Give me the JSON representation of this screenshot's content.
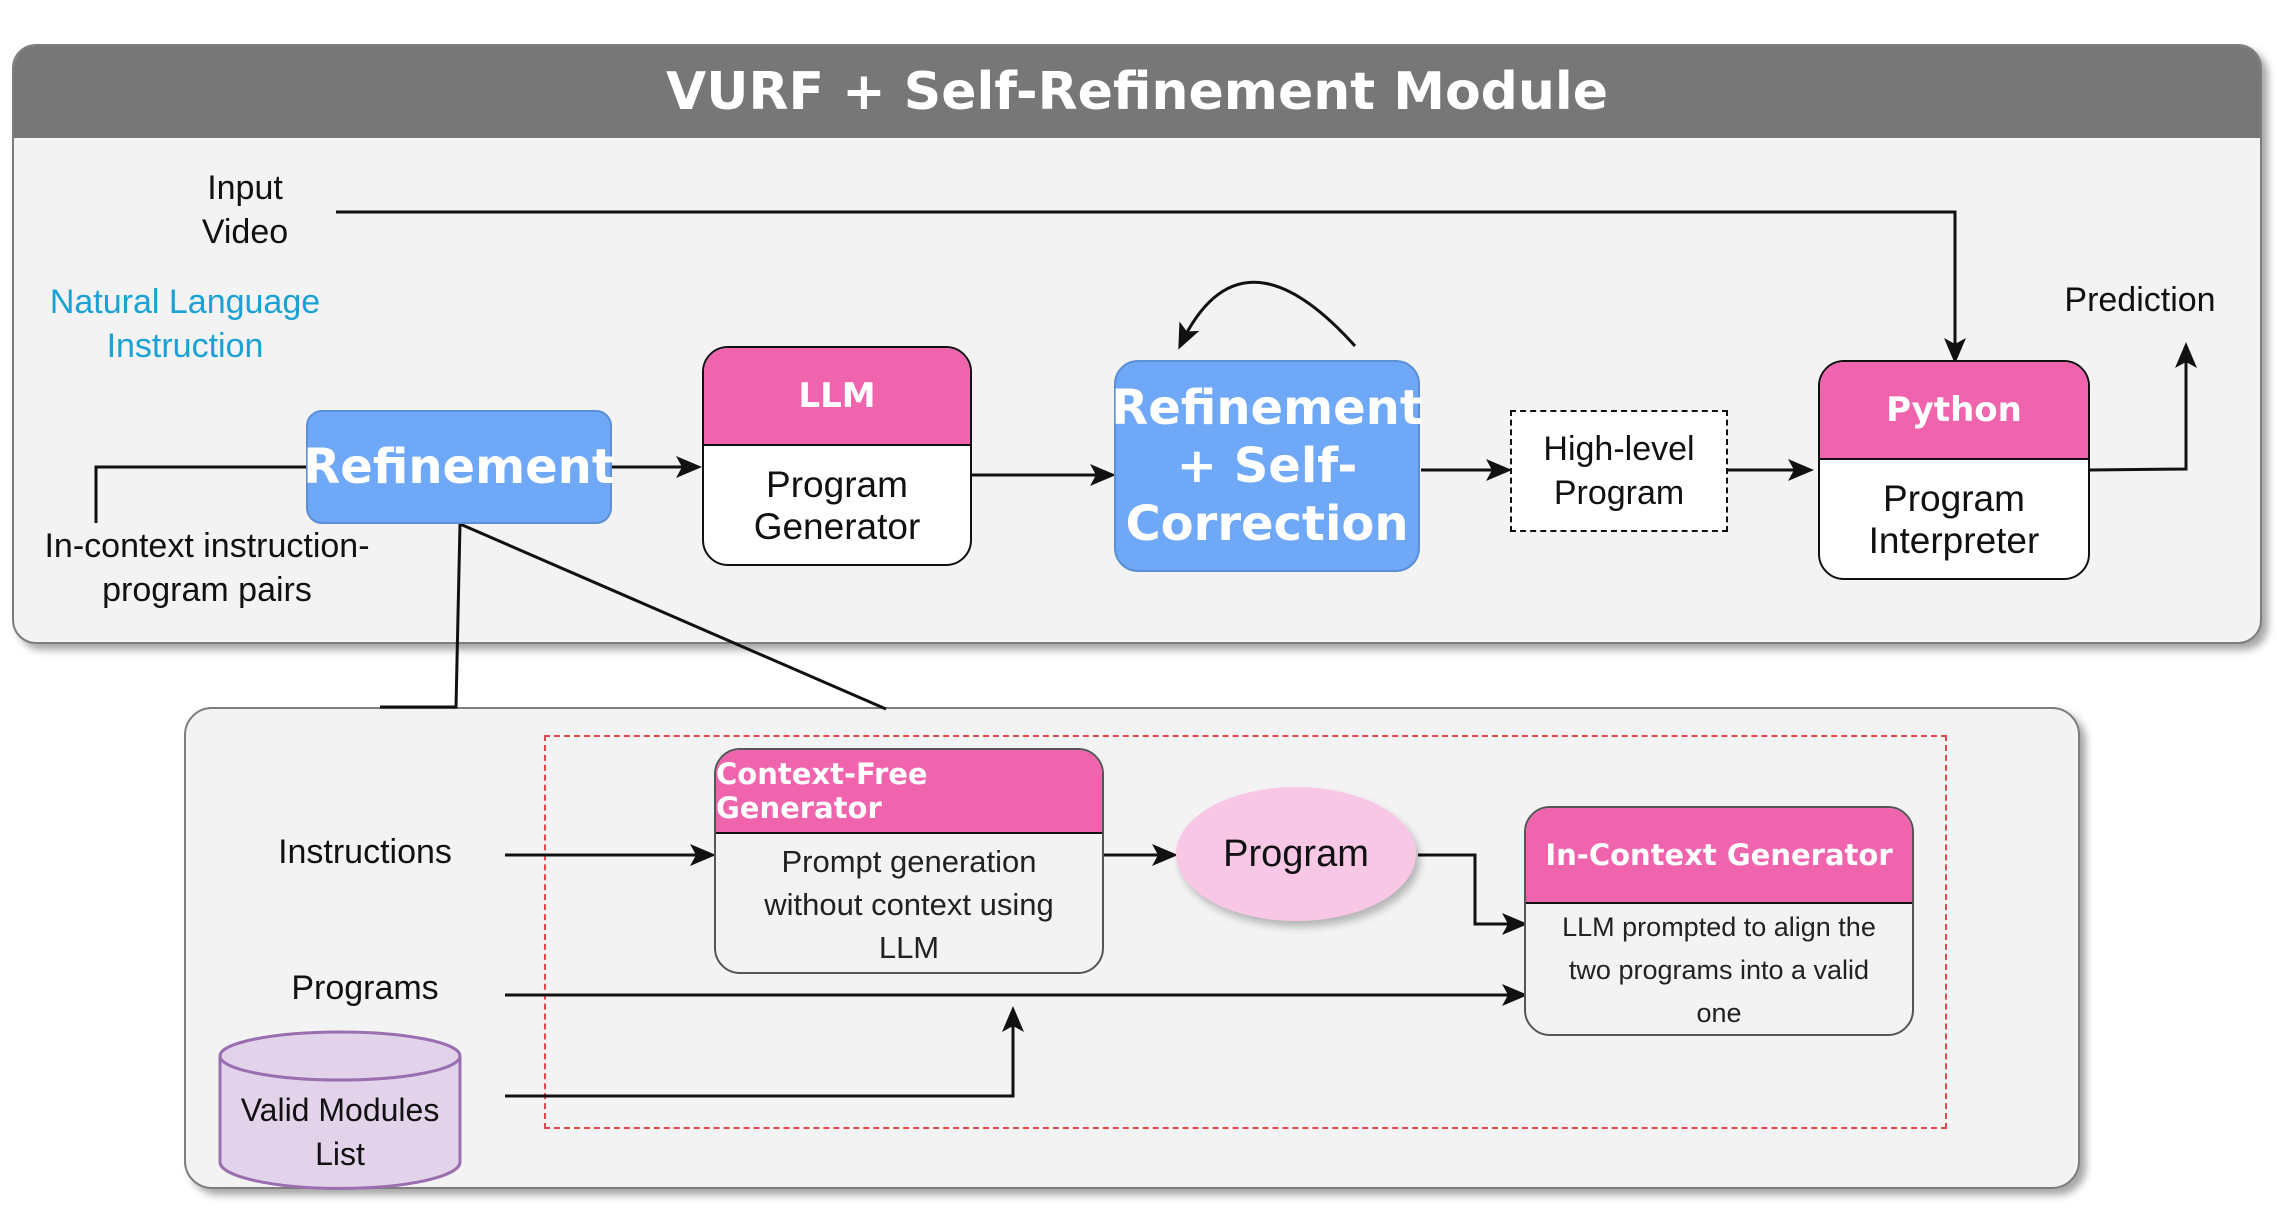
{
  "title": "VURF + Self-Refinement Module",
  "inputs": {
    "input_video": "Input\nVideo",
    "nl_instruction": "Natural Language\nInstruction",
    "incontext_pairs": "In-context instruction-\nprogram pairs"
  },
  "refinement": "Refinement",
  "llm_card": {
    "head": "LLM",
    "body": "Program\nGenerator"
  },
  "self_correction": "Refinement\n+ Self-\nCorrection",
  "high_level_program": "High-level\nProgram",
  "python_card": {
    "head": "Python",
    "body": "Program\nInterpreter"
  },
  "prediction": "Prediction",
  "bottom": {
    "instructions": "Instructions",
    "programs": "Programs",
    "valid_modules": "Valid Modules\nList",
    "context_free": {
      "head": "Context-Free Generator",
      "body": "Prompt generation\nwithout context using\nLLM"
    },
    "program": "Program",
    "in_context": {
      "head": "In-Context Generator",
      "body": "LLM prompted to align the\ntwo programs into a valid\none"
    }
  },
  "colors": {
    "header": "#777777",
    "pink": "#f064ae",
    "blue": "#6ea8f7",
    "cyan_text": "#1ba1d4",
    "red_dash": "#e2474a",
    "cylinder": "#e2d2ea"
  }
}
